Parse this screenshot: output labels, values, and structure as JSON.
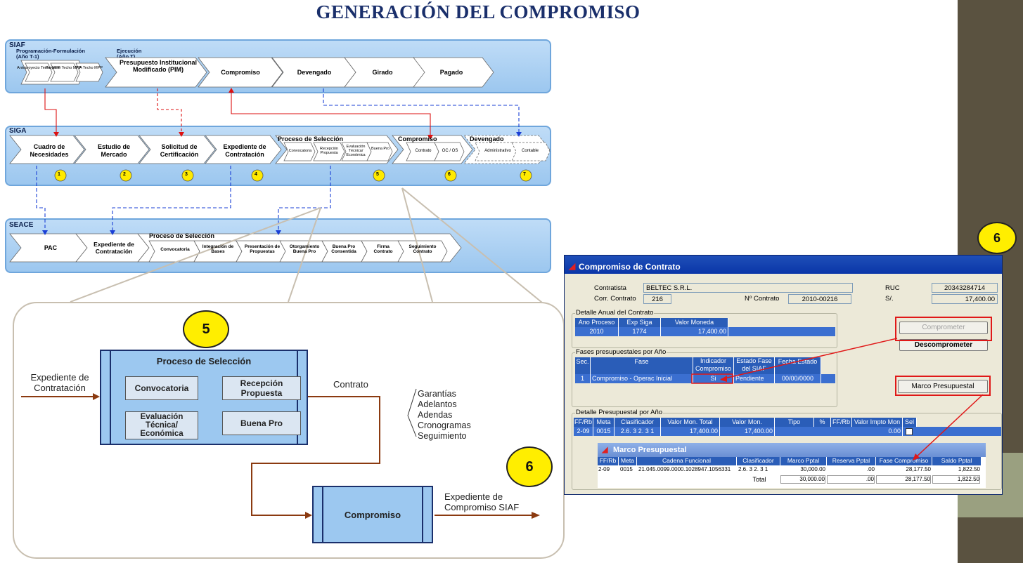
{
  "title": "GENERACIÓN DEL COMPROMISO",
  "siaf": {
    "label": "SIAF",
    "prog_label": "Programación-Formulación",
    "prog_year": "(Año T-1)",
    "ejec_label": "Ejecución",
    "ejec_year": "(Año T)",
    "mini": [
      "Anteproyecto Techo MFP",
      "Proyecto Techo MFP",
      "PIA Techo MPP"
    ],
    "steps": [
      "Presupuesto Institucional Modificado (PIM)",
      "Compromiso",
      "Devengado",
      "Girado",
      "Pagado"
    ]
  },
  "siga": {
    "label": "SIGA",
    "steps": [
      "Cuadro de Necesidades",
      "Estudio de Mercado",
      "Solicitud de Certificación",
      "Expediente de Contratación"
    ],
    "proceso_label": "Proceso de Selección",
    "proceso_sub": [
      "Convocatoria",
      "Recepción Propuesta",
      "Evaluación Técnica/ Económica",
      "Buena Pro"
    ],
    "compromiso_label": "Compromiso",
    "compromiso_sub": [
      "Contrato",
      "OC / OS"
    ],
    "devengado_label": "Devengado",
    "devengado_sub": [
      "Administrativo",
      "Contable"
    ],
    "numbers": [
      "1",
      "2",
      "3",
      "4",
      "5",
      "6",
      "7"
    ]
  },
  "seace": {
    "label": "SEACE",
    "steps": [
      "PAC",
      "Expediente de Contratación"
    ],
    "proceso_label": "Proceso de Selección",
    "proceso_sub": [
      "Convocatoria",
      "Integración de Bases",
      "Presentación de Propuestas",
      "Otorgamiento Buena Pro",
      "Buena Pro Consentida",
      "Firma Contrato",
      "Seguimiento Contrato"
    ]
  },
  "zoom": {
    "badge5": "5",
    "badge6": "6",
    "input_label": "Expediente de Contratación",
    "proceso_title": "Proceso de Selección",
    "boxes": [
      "Convocatoria",
      "Recepción Propuesta",
      "Evaluación Técnica/ Económica",
      "Buena Pro"
    ],
    "contrato_label": "Contrato",
    "list": [
      "Garantías",
      "Adelantos",
      "Adendas",
      "Cronogramas",
      "Seguimiento"
    ],
    "compromiso_box": "Compromiso",
    "output_label": "Expediente de Compromiso SIAF"
  },
  "badge_top": "6",
  "window": {
    "title": "Compromiso de Contrato",
    "contratista_label": "Contratista",
    "contratista": "BELTEC S.R.L.",
    "ruc_label": "RUC",
    "ruc": "20343284714",
    "corr_label": "Corr. Contrato",
    "corr": "216",
    "nro_label": "Nº Contrato",
    "nro": "2010-00216",
    "soles_label": "S/.",
    "soles": "17,400.00",
    "detalle_anual": {
      "title": "Detalle Anual del Contrato",
      "headers": [
        "Ano Proceso",
        "Exp Siga",
        "Valor Moneda"
      ],
      "row": [
        "2010",
        "1774",
        "17,400.00"
      ]
    },
    "fases": {
      "title": "Fases presupuestales por Año",
      "headers": [
        "Sec.",
        "Fase",
        "Indicador Compromiso",
        "Estado Fase del SIAF",
        "Fecha Estado"
      ],
      "row": [
        "1",
        "Compromiso - Operac Inicial",
        "Si",
        "Pendiente",
        "00/00/0000"
      ]
    },
    "detalle_pres": {
      "title": "Detalle Presupuestal por Año",
      "headers": [
        "FF/Rb",
        "Meta",
        "Clasificador",
        "Valor Mon. Total",
        "Valor Mon.",
        "Tipo",
        "%",
        "FF/Rb",
        "Valor Impto Mon",
        "Sel"
      ],
      "row": [
        "2-09",
        "0015",
        "2.6. 3 2. 3 1",
        "17,400.00",
        "17,400.00",
        "",
        "",
        "",
        "0.00",
        ""
      ]
    },
    "buttons": {
      "comprometer": "Comprometer",
      "descomprometer": "Descomprometer",
      "marco": "Marco Presupuestal"
    },
    "marco": {
      "title": "Marco Presupuestal",
      "headers": [
        "FF/Rb",
        "Meta",
        "Cadena Funcional",
        "Clasificador",
        "Marco Pptal",
        "Reserva Pptal",
        "Fase Compromiso",
        "Saldo Pptal"
      ],
      "row": [
        "2-09",
        "0015",
        "21.045.0099.0000.1028947.1056331",
        "2.6. 3 2. 3 1",
        "30,000.00",
        ".00",
        "28,177.50",
        "1,822.50"
      ],
      "total_label": "Total",
      "totals": [
        "30,000.00",
        ".00",
        "28,177.50",
        "1,822.50"
      ]
    }
  }
}
